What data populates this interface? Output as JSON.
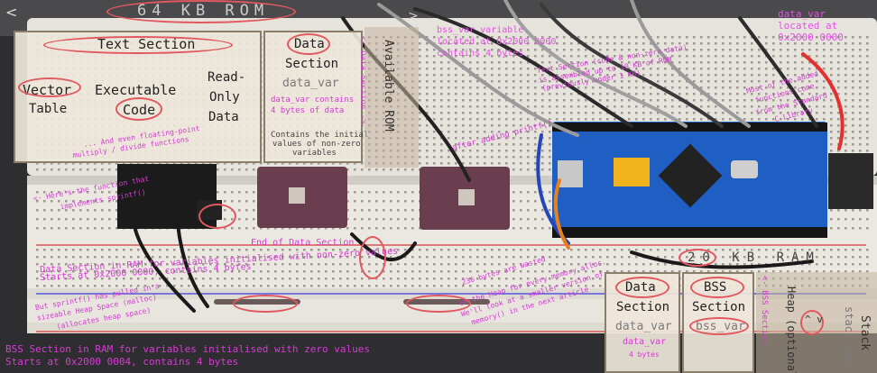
{
  "rom": {
    "title": "64 KB ROM",
    "arrow_left": "<",
    "arrow_right": ">"
  },
  "text_section": {
    "title": "Text Section",
    "vector": "Vector",
    "table": "Table",
    "executable": "Executable",
    "code": "Code",
    "read": "Read-",
    "only": "Only",
    "data": "Data",
    "float_note_1": "... And even floating-point",
    "float_note_2": "multiply / divide functions"
  },
  "data_section_rom": {
    "title_1": "Data",
    "title_2": "Section",
    "var": "data_var",
    "contains_1": "data_var contains",
    "contains_2": "4 bytes of data",
    "initial_1": "Contains the initial",
    "initial_2": "values of non-zero",
    "initial_3": "variables",
    "vertical": "<- Data Section ->"
  },
  "available_rom": "Available ROM",
  "notes": {
    "bss_located_1": "bss_var variable",
    "bss_located_2": "located at 0x2000 0000",
    "bss_located_3": "contains 4 bytes",
    "data_located_1": "data_var",
    "data_located_2": "located at",
    "data_located_3": "0x2000 0000",
    "text_section_1": "Text Section (code & non-zero data)",
    "text_section_2": "is assembled up to 10 KB of ROM",
    "text_section_3": "(previously under 1 KB)",
    "stdlib_1": "Most of the added",
    "stdlib_2": "functions come",
    "stdlib_3": "from the Standard",
    "stdlib_4": "C Library",
    "after_adding": "after adding printf()",
    "here_1": "<- Here's the function that",
    "here_2": "implements sprintf()",
    "end_data": "End of Data Section",
    "data_ram_1": "Data Section in RAM for variables initialised with non-zero values",
    "data_ram_2": "Starts at 0x2000 0000, contains 4 bytes",
    "sprintf_1": "But sprintf() has pulled in a",
    "sprintf_2": "sizeable Heap Space (malloc)",
    "sprintf_3": "(allocates heap space)",
    "bytes_1": "236 bytes are wasted",
    "bytes_2": "on the Heap for every memory alloc.",
    "bytes_3": "We'll look at a smaller version of",
    "bytes_4": "memory() in the next article",
    "bss_ram_1": "BSS Section in RAM for variables initialised with zero values",
    "bss_ram_2": "Starts at 0x2000 0004, contains 4 bytes"
  },
  "ram": {
    "label": "20 KB RAM",
    "data_title": "Data",
    "data_section": "Section",
    "data_var": "data_var",
    "data_var2": "data_var",
    "data_size": "4 bytes",
    "bss_title": "BSS",
    "bss_section": "Section",
    "bss_var": "bss_var",
    "bss_vertical": "<- BSS Section",
    "stack": "Stack",
    "stack_var": "stack_var",
    "heap": "Heap (optional)"
  },
  "colors": {
    "accent": "#e2585f",
    "note": "#d63ad6",
    "board": "#1f5fc4",
    "pcb": "#6a3e4e"
  }
}
